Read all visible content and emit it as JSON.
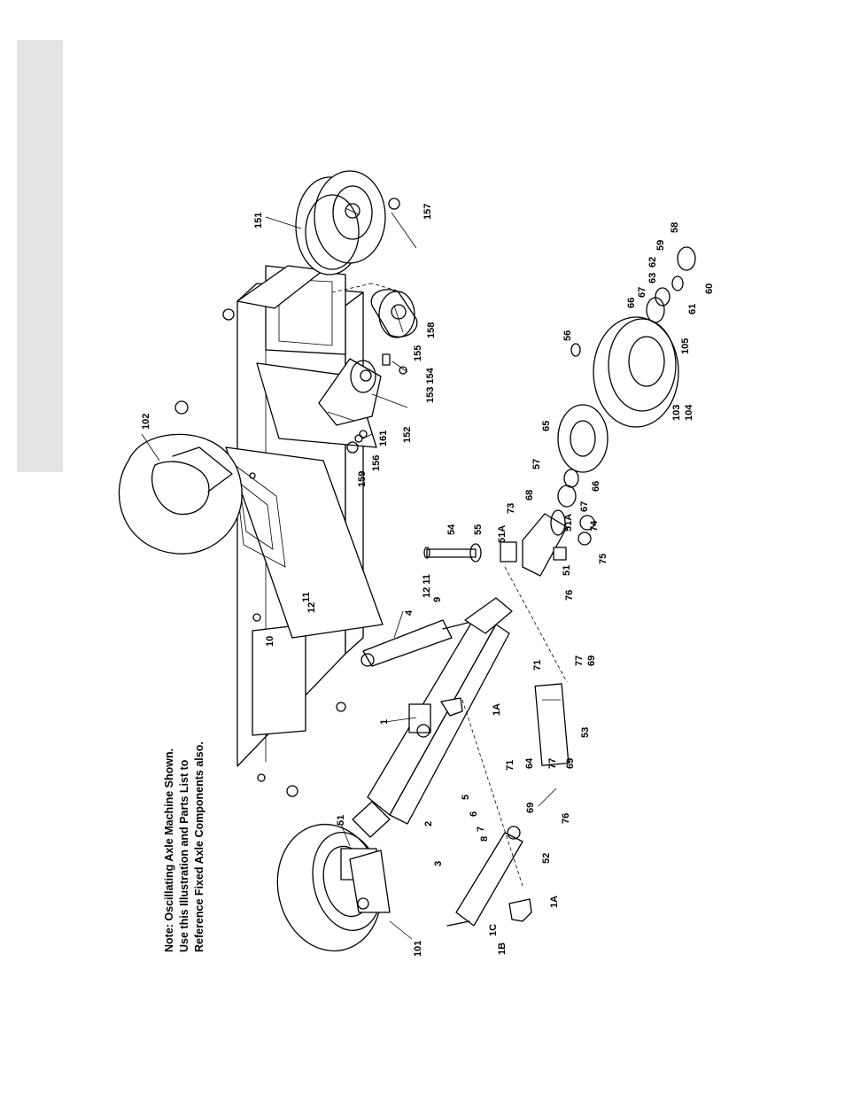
{
  "note": {
    "line1": "Note: Oscillating Axle Machine Shown.",
    "line2": "Use this Illustration and Parts List to",
    "line3": "Reference Fixed Axle Components also."
  },
  "callouts": [
    {
      "id": "c-51-wheel",
      "text": "51"
    },
    {
      "id": "c-101",
      "text": "101"
    },
    {
      "id": "c-102",
      "text": "102"
    },
    {
      "id": "c-151",
      "text": "151"
    },
    {
      "id": "c-157",
      "text": "157"
    },
    {
      "id": "c-158",
      "text": "158"
    },
    {
      "id": "c-155",
      "text": "155"
    },
    {
      "id": "c-154",
      "text": "153 154"
    },
    {
      "id": "c-152",
      "text": "152"
    },
    {
      "id": "c-161",
      "text": "161"
    },
    {
      "id": "c-156",
      "text": "156"
    },
    {
      "id": "c-159",
      "text": "159"
    },
    {
      "id": "c-58",
      "text": "58"
    },
    {
      "id": "c-59",
      "text": "59"
    },
    {
      "id": "c-62",
      "text": "62"
    },
    {
      "id": "c-63",
      "text": "63"
    },
    {
      "id": "c-67a",
      "text": "67"
    },
    {
      "id": "c-66a",
      "text": "66"
    },
    {
      "id": "c-60",
      "text": "60"
    },
    {
      "id": "c-61",
      "text": "61"
    },
    {
      "id": "c-56",
      "text": "56"
    },
    {
      "id": "c-105",
      "text": "105"
    },
    {
      "id": "c-103",
      "text": "103"
    },
    {
      "id": "c-104",
      "text": "104"
    },
    {
      "id": "c-65",
      "text": "65"
    },
    {
      "id": "c-57",
      "text": "57"
    },
    {
      "id": "c-66b",
      "text": "66"
    },
    {
      "id": "c-67b",
      "text": "67"
    },
    {
      "id": "c-68",
      "text": "68"
    },
    {
      "id": "c-73",
      "text": "73"
    },
    {
      "id": "c-51a-top",
      "text": "51A"
    },
    {
      "id": "c-51a-bot",
      "text": "51A"
    },
    {
      "id": "c-74",
      "text": "74"
    },
    {
      "id": "c-75",
      "text": "75"
    },
    {
      "id": "c-51-spindle",
      "text": "51"
    },
    {
      "id": "c-76a",
      "text": "76"
    },
    {
      "id": "c-54",
      "text": "54"
    },
    {
      "id": "c-55",
      "text": "55"
    },
    {
      "id": "c-12-11a",
      "text": "12 11"
    },
    {
      "id": "c-9",
      "text": "9"
    },
    {
      "id": "c-4",
      "text": "4"
    },
    {
      "id": "c-11b",
      "text": "11"
    },
    {
      "id": "c-12b",
      "text": "12"
    },
    {
      "id": "c-10",
      "text": "10"
    },
    {
      "id": "c-71a",
      "text": "71"
    },
    {
      "id": "c-77a",
      "text": "77"
    },
    {
      "id": "c-69a",
      "text": "69"
    },
    {
      "id": "c-53",
      "text": "53"
    },
    {
      "id": "c-1a-top",
      "text": "1A"
    },
    {
      "id": "c-1",
      "text": "1"
    },
    {
      "id": "c-71b",
      "text": "71"
    },
    {
      "id": "c-64",
      "text": "64"
    },
    {
      "id": "c-77b",
      "text": "77"
    },
    {
      "id": "c-69b",
      "text": "69"
    },
    {
      "id": "c-76b",
      "text": "76"
    },
    {
      "id": "c-69c",
      "text": "69"
    },
    {
      "id": "c-5",
      "text": "5"
    },
    {
      "id": "c-6",
      "text": "6"
    },
    {
      "id": "c-8",
      "text": "8"
    },
    {
      "id": "c-7",
      "text": "7"
    },
    {
      "id": "c-2",
      "text": "2"
    },
    {
      "id": "c-3",
      "text": "3"
    },
    {
      "id": "c-52",
      "text": "52"
    },
    {
      "id": "c-1a-bot",
      "text": "1A"
    },
    {
      "id": "c-1c",
      "text": "1C"
    },
    {
      "id": "c-1b",
      "text": "1B"
    }
  ]
}
